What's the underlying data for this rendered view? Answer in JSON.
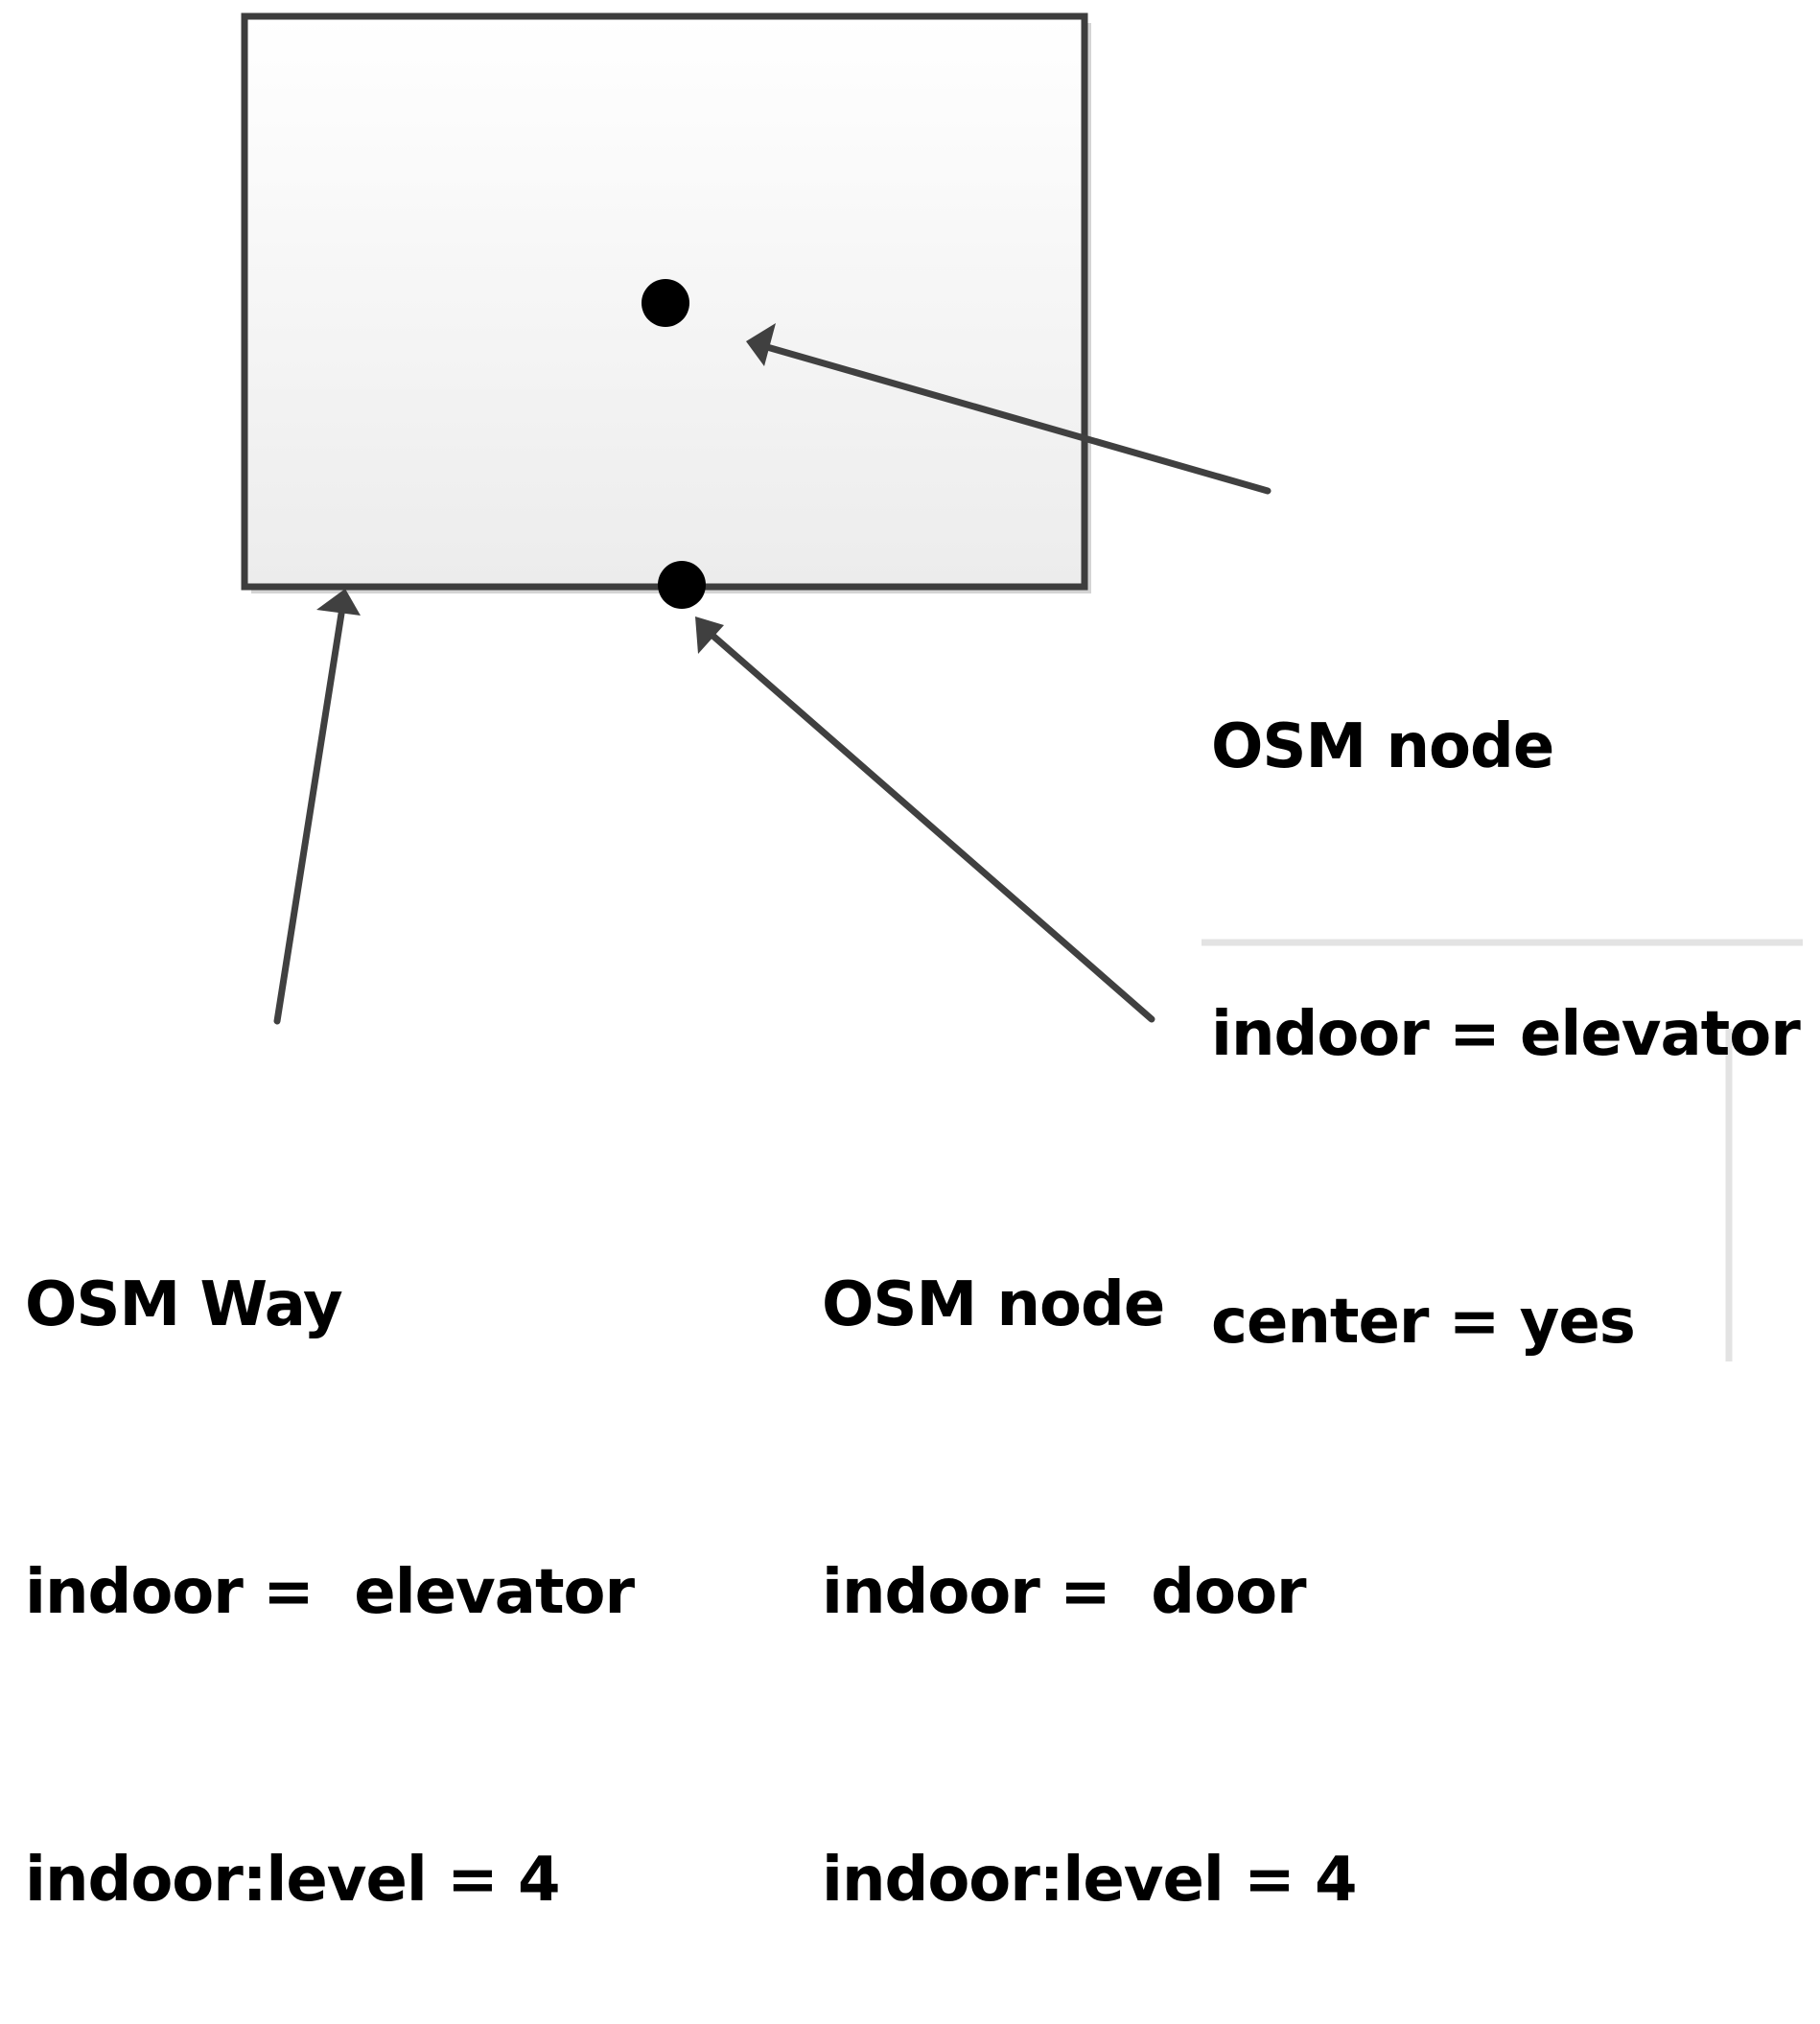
{
  "labels": {
    "center_node": {
      "line1": "OSM node",
      "line2": "indoor = elevator",
      "line3": "center = yes"
    },
    "way": {
      "line1": "OSM Way",
      "line2": "indoor =  elevator",
      "line3": "indoor:level = 4"
    },
    "door_node": {
      "line1": "OSM node",
      "line2": "indoor =  door",
      "line3": "indoor:level = 4"
    }
  },
  "colors": {
    "outline": "#3d3d3d",
    "arrow": "#404040",
    "node": "#000000",
    "fill_top": "#ffffff",
    "fill_bottom": "#ececec",
    "shadow": "#cfcfcf",
    "divider": "#e3e3e3"
  }
}
